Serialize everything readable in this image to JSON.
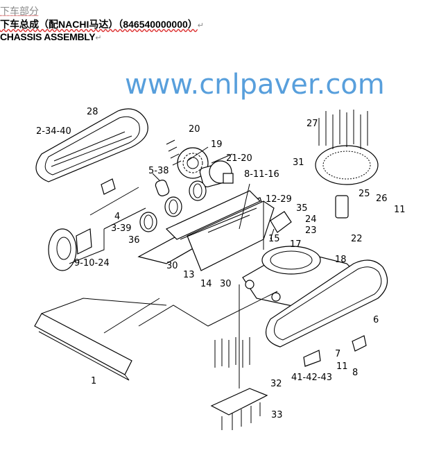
{
  "header": {
    "section": "下车部分",
    "title_cn": "下车总成（配NACHI马达）（846540000000）",
    "title_en": "CHASSIS ASSEMBLY",
    "para_mark": "↵"
  },
  "watermark": "www.cnlpaver.com",
  "callouts": [
    "28",
    "2-34-40",
    "20",
    "19",
    "21-20",
    "5-38",
    "8-11-16",
    "27",
    "31",
    "25",
    "26",
    "11",
    "12-29",
    "35",
    "24",
    "23",
    "4",
    "3-39",
    "36",
    "9-10-24",
    "30",
    "13",
    "14",
    "15",
    "17",
    "22",
    "18",
    "30",
    "6",
    "7",
    "11",
    "8",
    "41-42-43",
    "1",
    "32",
    "33"
  ]
}
